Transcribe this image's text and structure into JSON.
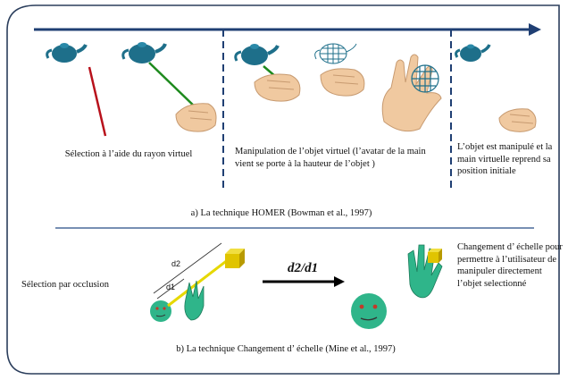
{
  "section_a": {
    "caption_selection": "Sélection à l’aide du rayon virtuel",
    "caption_manipulation": "Manipulation de l’objet virtuel (l’avatar de la main vient se porte à la hauteur de l’objet )",
    "caption_reposition": "L’objet est manipulé et la main virtuelle reprend sa position initiale",
    "title": "a)  La technique HOMER (Bowman et al., 1997)"
  },
  "section_b": {
    "label_left": "Sélection par occlusion",
    "ratio_label": "d2/d1",
    "d1_label": "d1",
    "d2_label": "d2",
    "caption_right": "Changement d’ échelle pour permettre à l’utilisateur de manipuler directement l’objet selectionné",
    "title": "b)  La technique Changement d’ échelle  (Mine et al., 1997)"
  },
  "colors": {
    "arrow": "#1f3f73",
    "teapot": "#1e6f8a",
    "ray_red": "#b8111b",
    "ray_green": "#1d8a1d",
    "hand": "#f0c9a0",
    "face": "#2fb58a",
    "cube": "#e0c400"
  }
}
